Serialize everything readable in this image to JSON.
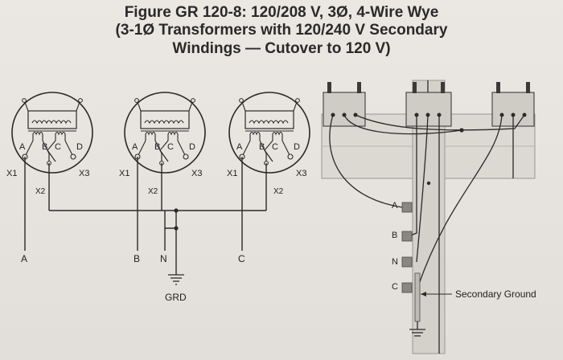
{
  "title": {
    "line1": "Figure GR 120-8: 120/208 V, 3Ø, 4-Wire Wye",
    "line2": "(3-1Ø Transformers with 120/240 V Secondary",
    "line3": "Windings — Cutover to 120 V)"
  },
  "transformer_labels": {
    "a": "A",
    "b": "B",
    "c": "C",
    "d": "D",
    "x1": "X1",
    "x2": "X2",
    "x3": "X3"
  },
  "output_labels": {
    "a": "A",
    "b": "B",
    "n": "N",
    "c": "C",
    "grd": "GRD"
  },
  "pole_labels": {
    "a": "A",
    "b": "B",
    "n": "N",
    "c": "C",
    "secondary_ground": "Secondary Ground"
  },
  "colors": {
    "ink": "#2a2a2a",
    "background": "#e6e2dd",
    "pole_gray": "#d8d5d0"
  }
}
